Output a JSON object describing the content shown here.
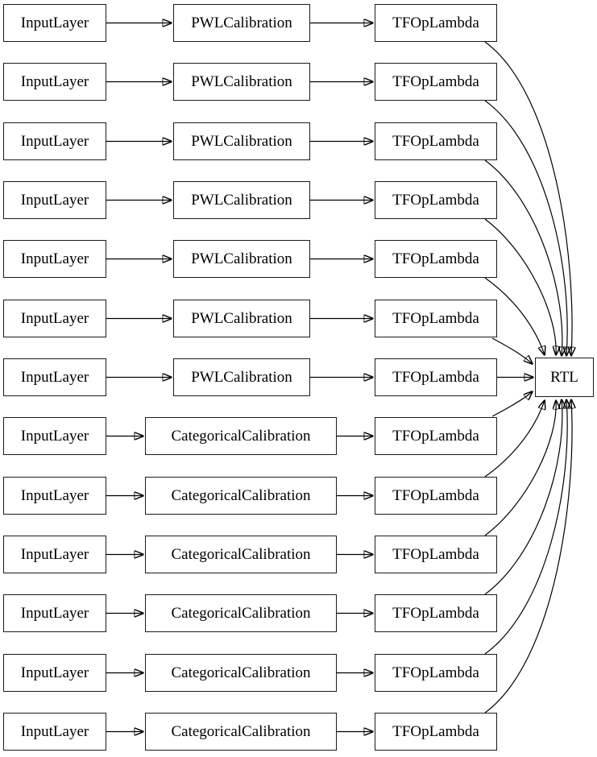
{
  "diagram": {
    "description": "Keras lattice model graph",
    "output_node": "RTL",
    "rows": [
      {
        "input": "InputLayer",
        "calibration": "PWLCalibration",
        "lambda": "TFOpLambda"
      },
      {
        "input": "InputLayer",
        "calibration": "PWLCalibration",
        "lambda": "TFOpLambda"
      },
      {
        "input": "InputLayer",
        "calibration": "PWLCalibration",
        "lambda": "TFOpLambda"
      },
      {
        "input": "InputLayer",
        "calibration": "PWLCalibration",
        "lambda": "TFOpLambda"
      },
      {
        "input": "InputLayer",
        "calibration": "PWLCalibration",
        "lambda": "TFOpLambda"
      },
      {
        "input": "InputLayer",
        "calibration": "PWLCalibration",
        "lambda": "TFOpLambda"
      },
      {
        "input": "InputLayer",
        "calibration": "PWLCalibration",
        "lambda": "TFOpLambda"
      },
      {
        "input": "InputLayer",
        "calibration": "CategoricalCalibration",
        "lambda": "TFOpLambda"
      },
      {
        "input": "InputLayer",
        "calibration": "CategoricalCalibration",
        "lambda": "TFOpLambda"
      },
      {
        "input": "InputLayer",
        "calibration": "CategoricalCalibration",
        "lambda": "TFOpLambda"
      },
      {
        "input": "InputLayer",
        "calibration": "CategoricalCalibration",
        "lambda": "TFOpLambda"
      },
      {
        "input": "InputLayer",
        "calibration": "CategoricalCalibration",
        "lambda": "TFOpLambda"
      },
      {
        "input": "InputLayer",
        "calibration": "CategoricalCalibration",
        "lambda": "TFOpLambda"
      }
    ],
    "colors": {
      "node_border": "#000000",
      "node_fill": "#ffffff",
      "edge": "#000000",
      "background": "#ffffff"
    }
  }
}
